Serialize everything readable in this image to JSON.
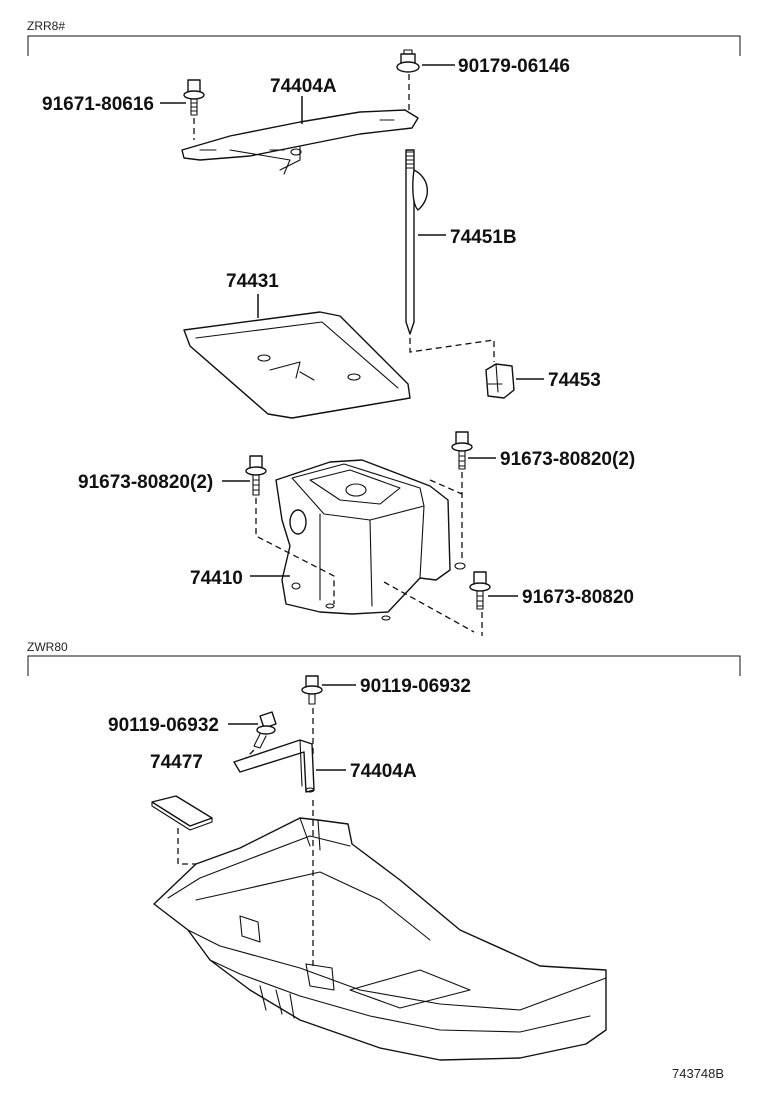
{
  "sections": {
    "top_label": "ZRR8#",
    "bottom_label": "ZWR80"
  },
  "callouts": {
    "bolt_top_right": "90179-06146",
    "bolt_top_left": "91671-80616",
    "bracket_top": "74404A",
    "rod": "74451B",
    "tray_plate": "74431",
    "clamp": "74453",
    "bolt_left_pair": "91673-80820(2)",
    "bolt_right_pair": "91673-80820(2)",
    "carrier": "74410",
    "bolt_lower_right": "91673-80820",
    "bolt_zwr_top": "90119-06932",
    "bolt_zwr_left": "90119-06932",
    "pad": "74477",
    "bracket_zwr": "74404A"
  },
  "figure_id": "743748B"
}
